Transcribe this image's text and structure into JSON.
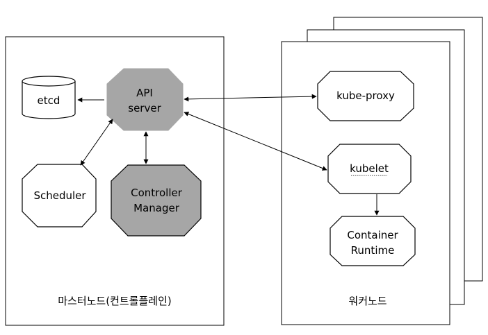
{
  "master": {
    "title": "마스터노드(컨트롤플레인)",
    "etcd": "etcd",
    "api_server": [
      "API",
      "server"
    ],
    "scheduler": "Scheduler",
    "controller_manager": [
      "Controller",
      "Manager"
    ]
  },
  "worker": {
    "title": "워커노드",
    "kube_proxy": "kube-proxy",
    "kubelet": "kubelet",
    "container_runtime": [
      "Container",
      "Runtime"
    ]
  },
  "colors": {
    "line": "#000000",
    "grey_fill": "#a6a6a6",
    "white_fill": "#ffffff"
  }
}
